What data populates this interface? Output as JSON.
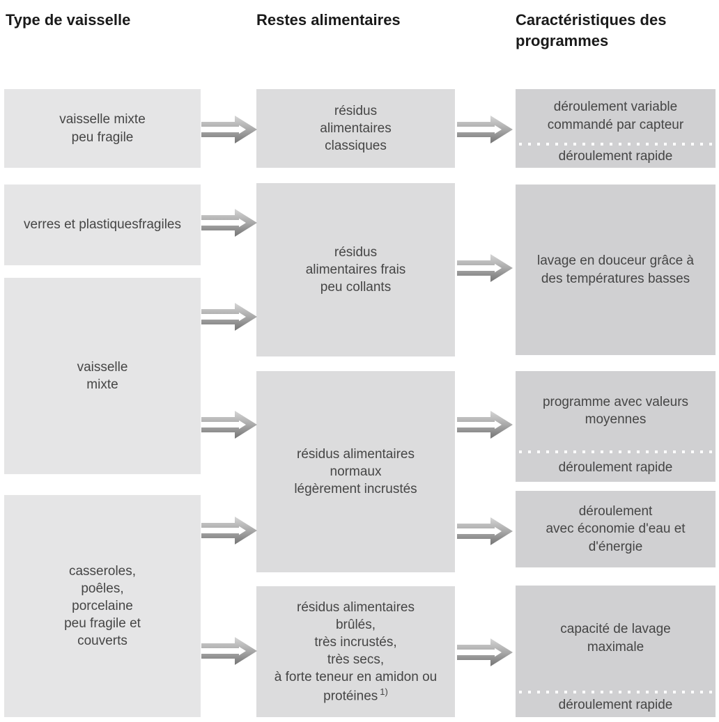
{
  "headers": {
    "col1": "Type de vaisselle",
    "col2": "Restes alimentaires",
    "col3": "Caractéristiques des programmes"
  },
  "colors": {
    "left_box_bg": "#e5e5e6",
    "middle_box_bg": "#dcdcdd",
    "right_box_bg": "#d0d0d2",
    "body_text": "#454545",
    "header_text": "#1a1a1a",
    "arrow_gradient_top": "#dadada",
    "arrow_gradient_bottom": "#6e6e6e",
    "divider_dots": "#ffffff"
  },
  "left_column": {
    "box1": {
      "lines": [
        "vaisselle mixte",
        "peu fragile"
      ]
    },
    "box2": {
      "lines": [
        "verres et plastiquesfragiles"
      ]
    },
    "box3": {
      "lines": [
        "vaisselle",
        "mixte"
      ]
    },
    "box4": {
      "lines": [
        "casseroles,",
        "poêles,",
        "porcelaine",
        "peu fragile et",
        "couverts"
      ]
    }
  },
  "middle_column": {
    "box1": {
      "lines": [
        "résidus",
        "alimentaires",
        "classiques"
      ]
    },
    "box2": {
      "lines": [
        "résidus",
        "alimentaires frais",
        "peu collants"
      ]
    },
    "box3": {
      "lines": [
        "résidus alimentaires",
        "normaux",
        "légèrement incrustés"
      ]
    },
    "box4": {
      "lines": [
        "résidus alimentaires",
        "brûlés,",
        "très incrustés,",
        "très secs,",
        "à forte teneur en amidon ou"
      ],
      "footnote_base": "protéines",
      "footnote_sup": "1)"
    }
  },
  "right_column": {
    "box1": {
      "top_lines": [
        "déroulement variable",
        "commandé par capteur"
      ],
      "bottom_line": "déroulement rapide"
    },
    "box2": {
      "lines": [
        "lavage en douceur grâce à",
        "des températures basses"
      ]
    },
    "box3": {
      "top_lines": [
        "programme avec valeurs",
        "moyennes"
      ],
      "bottom_line": "déroulement rapide"
    },
    "box4": {
      "lines": [
        "déroulement",
        "avec économie d'eau et",
        "d'énergie"
      ]
    },
    "box5": {
      "top_lines": [
        "capacité de lavage",
        "maximale"
      ],
      "bottom_line": "déroulement rapide"
    }
  }
}
